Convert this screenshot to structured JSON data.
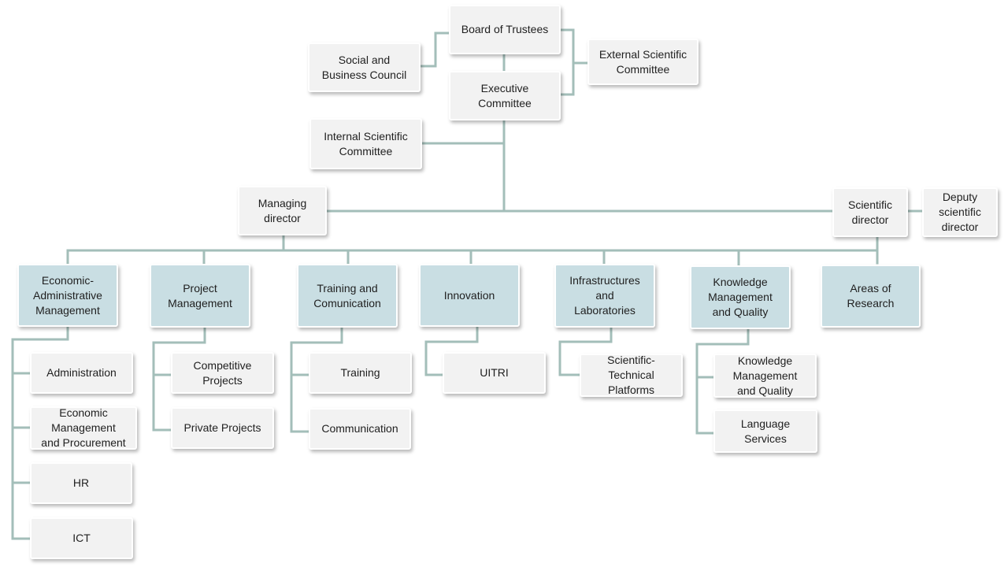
{
  "colors": {
    "connector": "#a3beb9",
    "box": "#f2f2f2",
    "department_box": "#c9dee3",
    "text": "#1f1f1f"
  },
  "governance": {
    "board_of_trustees": "Board of Trustees",
    "social_business_council": "Social and\nBusiness Council",
    "external_scientific_committee": "External Scientific\nCommittee",
    "executive_committee": "Executive\nCommittee",
    "internal_scientific_committee": "Internal Scientific\nCommittee"
  },
  "direction": {
    "managing_director": "Managing\ndirector",
    "scientific_director": "Scientific\ndirector",
    "deputy_scientific_director": "Deputy\nscientific\ndirector"
  },
  "departments": [
    {
      "label": "Economic-\nAdministrative\nManagement",
      "units": [
        "Administration",
        "Economic\nManagement\nand Procurement",
        "HR",
        "ICT"
      ]
    },
    {
      "label": "Project\nManagement",
      "units": [
        "Competitive\nProjects",
        "Private Projects"
      ]
    },
    {
      "label": "Training and\nComunication",
      "units": [
        "Training",
        "Communication"
      ]
    },
    {
      "label": "Innovation",
      "units": [
        "UITRI"
      ]
    },
    {
      "label": "Infrastructures\nand\nLaboratories",
      "units": [
        "Scientific-\nTechnical\nPlatforms"
      ]
    },
    {
      "label": "Knowledge\nManagement\nand Quality",
      "units": [
        "Knowledge\nManagement\nand Quality",
        "Language\nServices"
      ]
    },
    {
      "label": "Areas of\nResearch",
      "units": []
    }
  ]
}
